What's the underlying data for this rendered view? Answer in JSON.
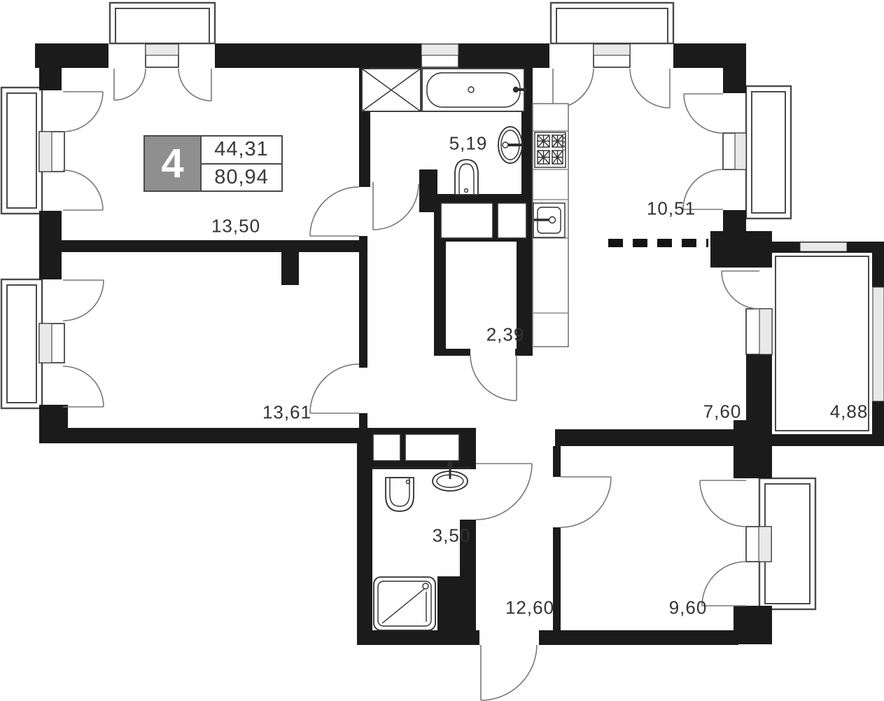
{
  "apartment": {
    "rooms_count": "4",
    "living_area": "44,31",
    "total_area": "80,94"
  },
  "rooms": [
    {
      "name": "room-top-left",
      "area": "13,50"
    },
    {
      "name": "bathroom-main",
      "area": "5,19"
    },
    {
      "name": "kitchen-living",
      "area": "10,51"
    },
    {
      "name": "closet",
      "area": "2,39"
    },
    {
      "name": "room-bottom-left",
      "area": "13,61"
    },
    {
      "name": "hall",
      "area": "7,60"
    },
    {
      "name": "loggia-right",
      "area": "4,88"
    },
    {
      "name": "bathroom-small",
      "area": "3,50"
    },
    {
      "name": "entrance-hall",
      "area": "12,60"
    },
    {
      "name": "room-bottom-right",
      "area": "9,60"
    }
  ],
  "fixtures": [
    "bathtub-icon",
    "pedestal-sink-icon",
    "toilet-icon",
    "stove-icon",
    "kitchen-sink-icon",
    "counter-sink-icon",
    "wall-toilet-icon",
    "shower-tray-icon",
    "vent-shaft-x-icon"
  ],
  "colors": {
    "wall": "#1b1b1b",
    "glass": "#e9e9e9",
    "label_box_gray": "#8f8f8f",
    "door_line": "#787878",
    "text": "#333333"
  }
}
